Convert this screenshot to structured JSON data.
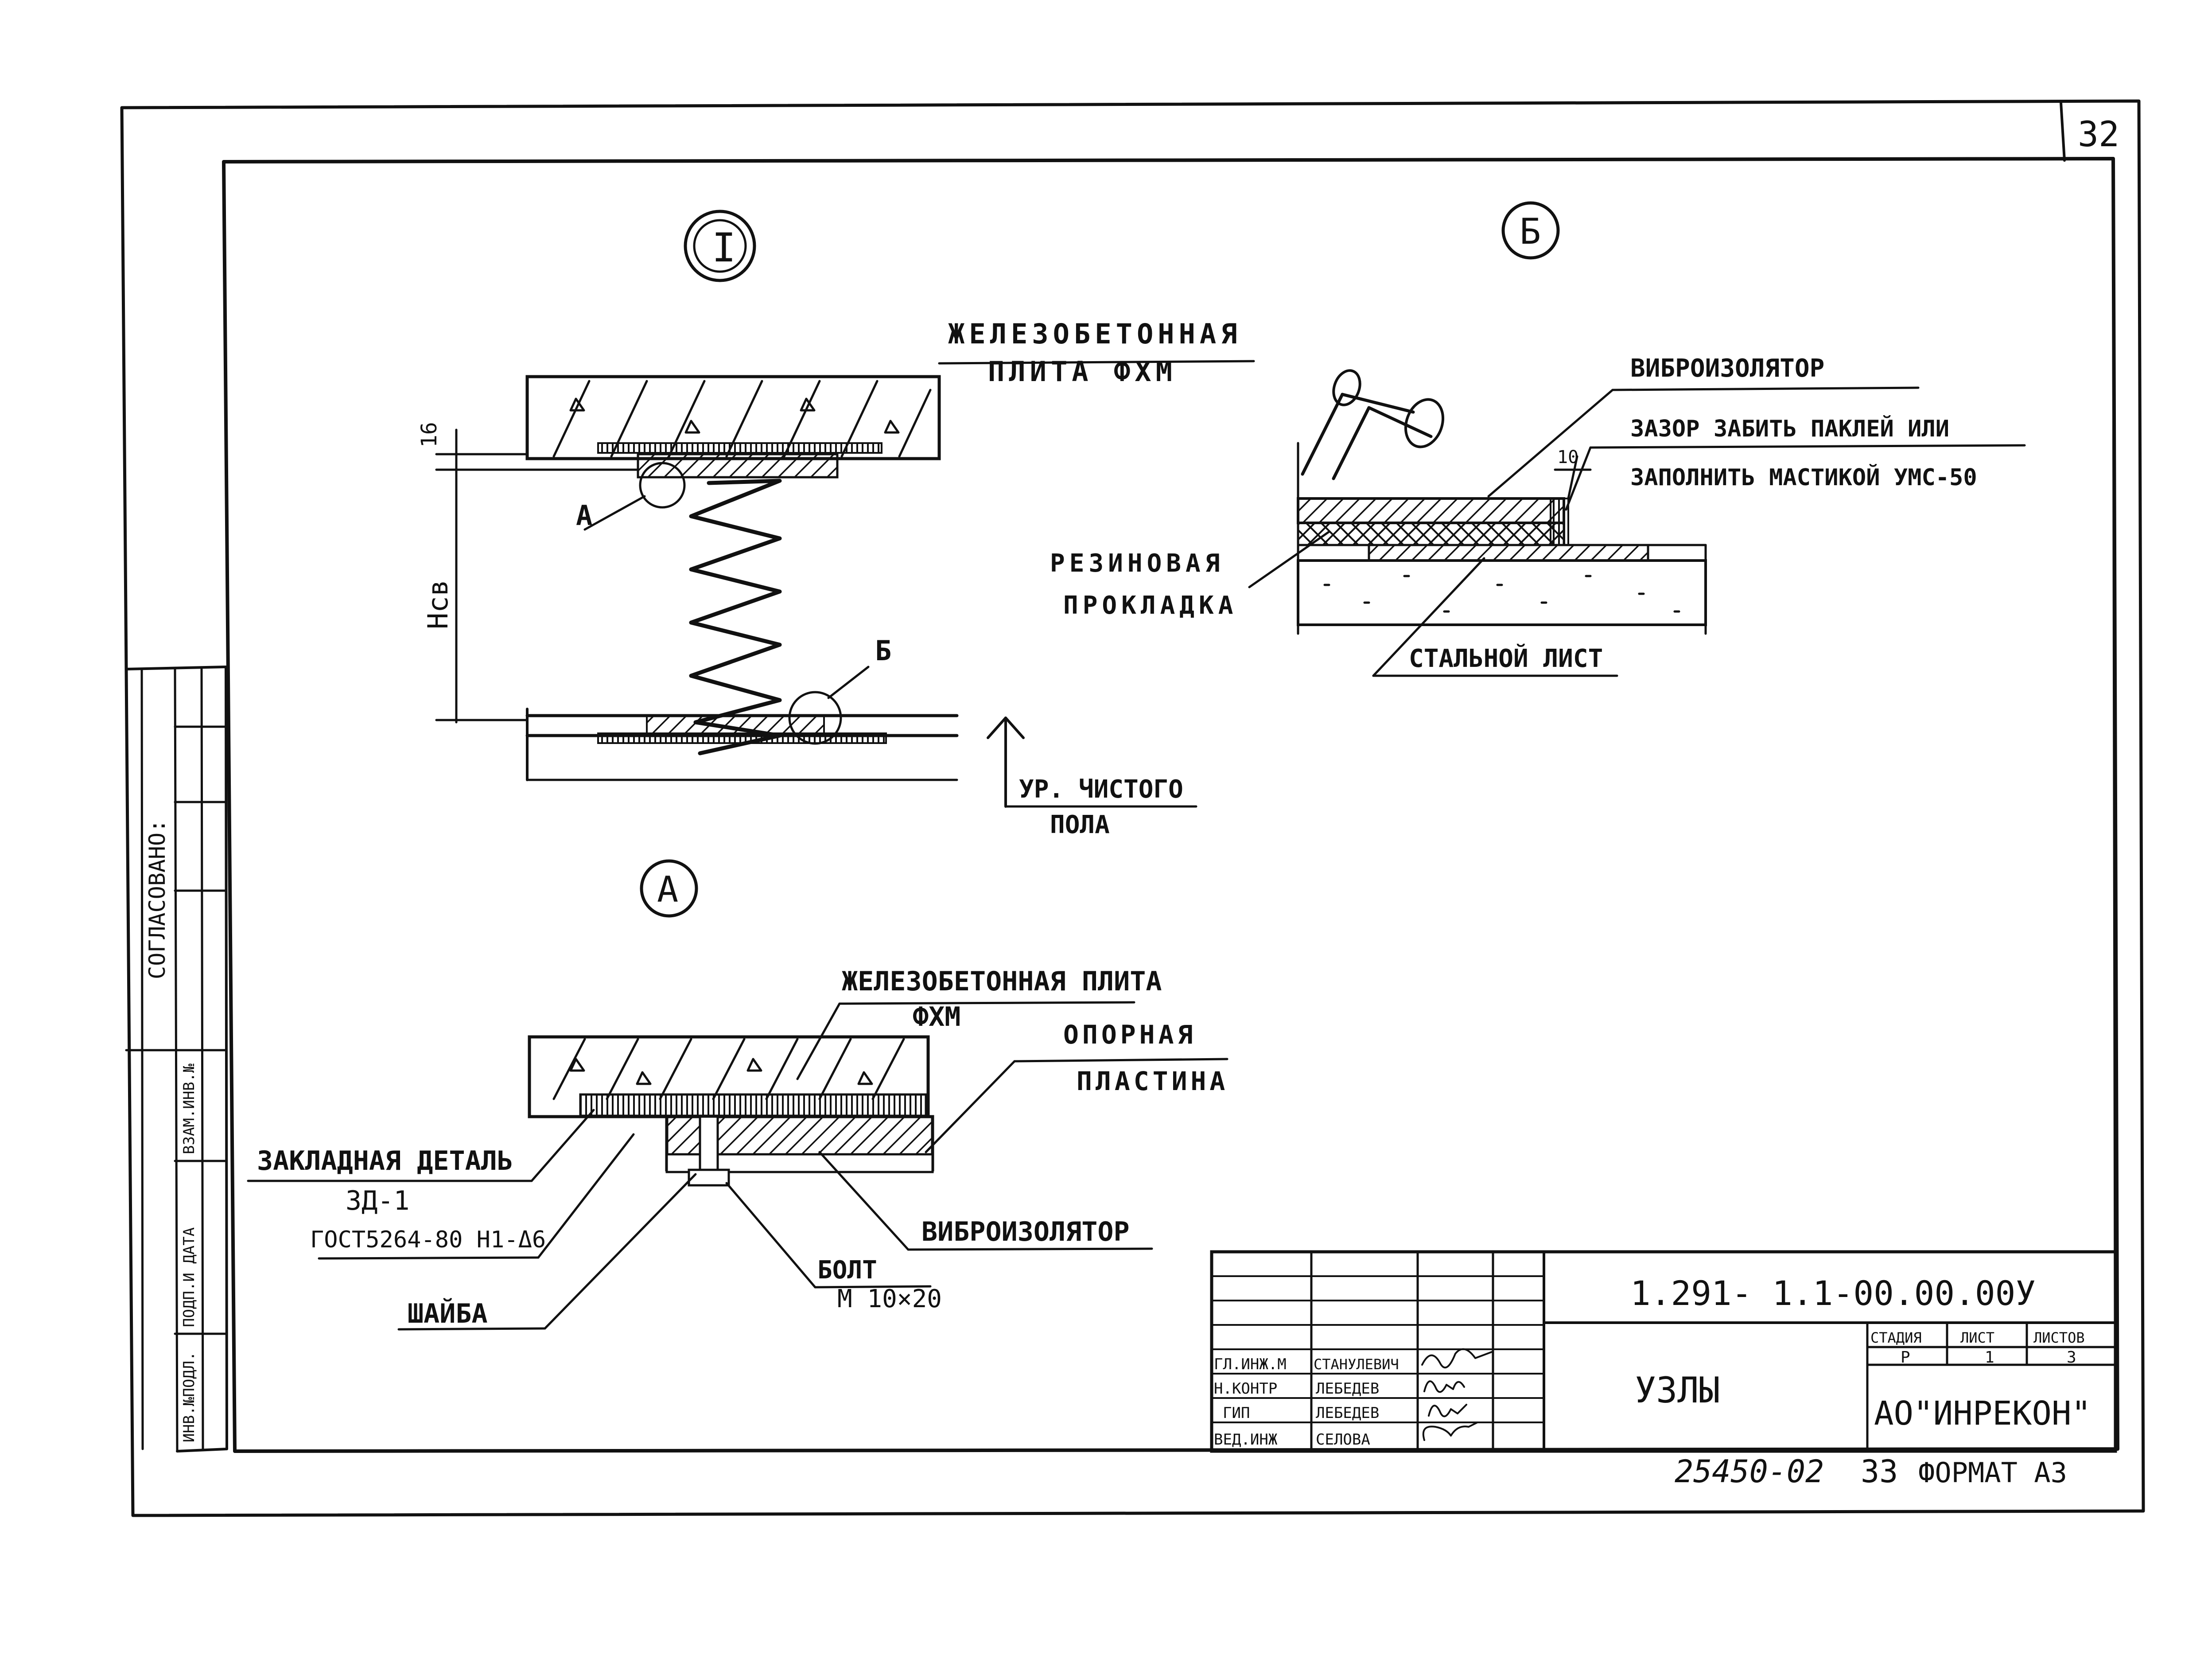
{
  "sheet_number": "32",
  "stamp_side": {
    "agreed": "СОГЛАСОВАНО:",
    "inv_no": "ИНВ.№ПОДЛ.",
    "sign_date": "ПОДП.И ДАТА",
    "vzam_inv": "ВЗАМ.ИНВ.№"
  },
  "node_I": {
    "marker": "I",
    "slab_label_1": "ЖЕЛЕЗОБЕТОННАЯ",
    "slab_label_2": "ПЛИТА ФХМ",
    "dim_16": "16",
    "dim_hsv": "Hсв",
    "callout_a": "А",
    "callout_b": "Б",
    "floor_label_1": "УР. ЧИСТОГО",
    "floor_label_2": "ПОЛА"
  },
  "node_B": {
    "marker": "Б",
    "isolator": "ВИБРОИЗОЛЯТОР",
    "gap_1": "ЗАЗОР ЗАБИТЬ ПАКЛЕЙ ИЛИ",
    "gap_2": "ЗАПОЛНИТЬ МАСТИКОЙ УМС-50",
    "dim_10": "10",
    "rubber_1": "РЕЗИНОВАЯ",
    "rubber_2": "ПРОКЛАДКА",
    "steel": "СТАЛЬНОЙ ЛИСТ"
  },
  "node_A": {
    "marker": "А",
    "slab_1": "ЖЕЛЕЗОБЕТОННАЯ ПЛИТА",
    "slab_2": "ФХМ",
    "plate_1": "ОПОРНАЯ",
    "plate_2": "ПЛАСТИНА",
    "embed_1": "ЗАКЛАДНАЯ ДЕТАЛЬ",
    "embed_2": "ЗД-1",
    "embed_3": "ГОСТ5264-80 Н1-Δ6",
    "isolator": "ВИБРОИЗОЛЯТОР",
    "bolt_1": "БОЛТ",
    "bolt_2": "М 10×20",
    "washer": "ШАЙБА"
  },
  "title_block": {
    "code": "1.291- 1.1-00.00.00У",
    "title": "УЗЛЫ",
    "col_stage": "СТАДИЯ",
    "col_sheet": "ЛИСТ",
    "col_sheets": "ЛИСТОВ",
    "stage": "Р",
    "sheet": "1",
    "sheets": "3",
    "org": "АО\"ИНРЕКОН\"",
    "roles": [
      "ГЛ.ИНЖ.М",
      "Н.КОНТР",
      "ГИП",
      "ВЕД.ИНЖ"
    ],
    "names": [
      "СТАНУЛЕВИЧ",
      "ЛЕБЕДЕВ",
      "ЛЕБЕДЕВ",
      "СЕЛОВА"
    ]
  },
  "footer": {
    "archive_no": "25450-02",
    "page": "33",
    "format": "ФОРМАТ А3"
  }
}
